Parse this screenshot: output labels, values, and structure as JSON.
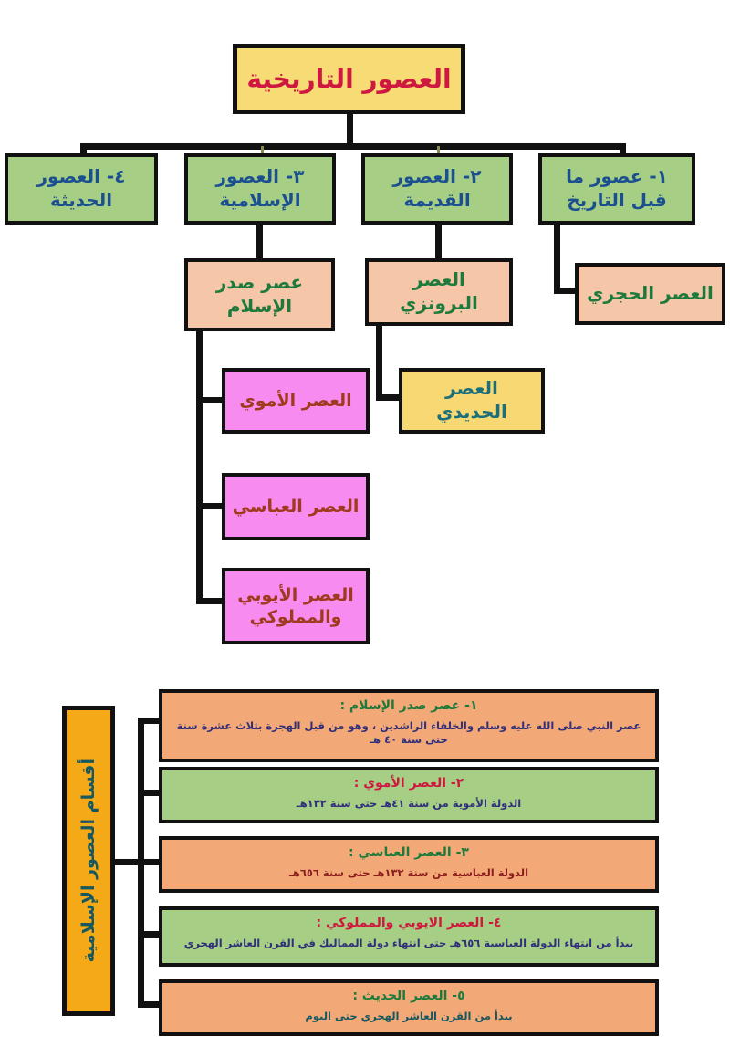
{
  "title": {
    "label": "العصور التاريخية"
  },
  "eras": [
    {
      "id": "era-1",
      "label": "١- عصور ما قبل التاريخ"
    },
    {
      "id": "era-2",
      "label": "٢- العصور القديمة"
    },
    {
      "id": "era-3",
      "label": "٣- العصور الإسلامية"
    },
    {
      "id": "era-4",
      "label": "٤- العصور الحديثة"
    }
  ],
  "sub_eras": {
    "stone": "العصر الحجري",
    "bronze": "العصر البرونزي",
    "iron": "العصر الحديدي",
    "sadr_islam": "عصر صدر الإسلام"
  },
  "islamic_periods": [
    {
      "id": "isl-umayyad",
      "label": "العصر الأموي"
    },
    {
      "id": "isl-abbasid",
      "label": "العصر العباسي"
    },
    {
      "id": "isl-ayyubid",
      "label": "العصر الأيوبي والمملوكي"
    }
  ],
  "bottom": {
    "side_label": "أقسام العصور الإسلامية",
    "items": [
      {
        "title": "١- عصر صدر الإسلام :",
        "body": "عصر النبي صلى الله عليه وسلم والخلفاء الراشدين ، وهو من قبل الهجرة بثلاث عشرة سنة حتى سنة ٤٠ هـ",
        "title_color": "#1e7a3c",
        "body_color": "#2f2f7a",
        "bg": "#f2a877"
      },
      {
        "title": "٢- العصر الأموي :",
        "body": "الدولة الأموية من سنة ٤١هـ حتى سنة ١٣٢هـ",
        "title_color": "#cf1840",
        "body_color": "#2f2f7a",
        "bg": "#a6ce84"
      },
      {
        "title": "٣- العصر العباسي :",
        "body": "الدولة العباسية من سنة ١٣٢هـ حتى سنة ٦٥٦هـ",
        "title_color": "#1e7a3c",
        "body_color": "#8a1b1b",
        "bg": "#f2a877"
      },
      {
        "title": "٤- العصر الايوبي والمملوكي :",
        "body": "يبدأ من انتهاء الدولة العباسية ٦٥٦هـ حتى انتهاء دولة المماليك في القرن العاشر الهجري",
        "title_color": "#cf1840",
        "body_color": "#2f2f7a",
        "bg": "#a6ce84"
      },
      {
        "title": "٥- العصر الحديث :",
        "body": "يبدأ من القرن العاشر الهجري حتى اليوم",
        "title_color": "#1e7a3c",
        "body_color": "#17585f",
        "bg": "#f2a877"
      }
    ]
  },
  "colors": {
    "title_bg": "#f7dc75",
    "title_text": "#cf1840",
    "era_bg": "#a6ce84",
    "era_text": "#1b4f8f",
    "peach_bg": "#f5c6a8",
    "peach_text": "#1e7a3c",
    "magenta_bg": "#f78bf0",
    "magenta_text": "#a03a1e",
    "iron_bg": "#f7d873",
    "iron_text": "#17585f",
    "side_bg": "#f5a916",
    "side_text": "#17585f",
    "line": "#111111"
  }
}
